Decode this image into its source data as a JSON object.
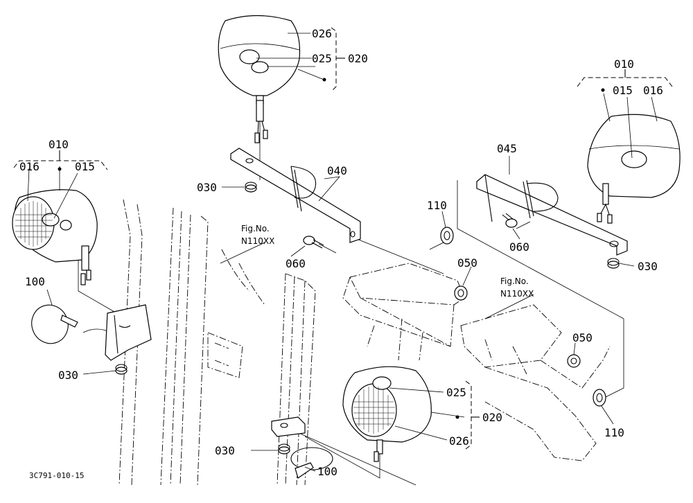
{
  "labels": {
    "l010a": "010",
    "l016a": "016",
    "l015a": "015",
    "l100a": "100",
    "l030a": "030",
    "l026top": "026",
    "l025top": "025",
    "l020top": "020",
    "l030b": "030",
    "l040": "040",
    "fig1a": "Fig.No.",
    "fig1b": "N110XX",
    "l060a": "060",
    "l010b": "010",
    "l015b": "015",
    "l016b": "016",
    "l045": "045",
    "l060b": "060",
    "l030c": "030",
    "l110a": "110",
    "l050a": "050",
    "fig2a": "Fig.No.",
    "fig2b": "N110XX",
    "l050b": "050",
    "l110b": "110",
    "l025bot": "025",
    "l020bot": "020",
    "l026bot": "026",
    "l030d": "030",
    "l100b": "100"
  },
  "footer": {
    "code": "3C791-010-15"
  }
}
